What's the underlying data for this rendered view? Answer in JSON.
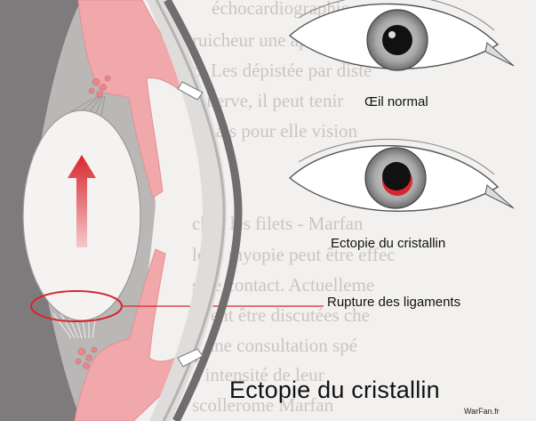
{
  "labels": {
    "normal_eye": "Œil normal",
    "ectopic_eye": "Ectopie du cristallin",
    "rupture": "Rupture des ligaments"
  },
  "title": "Ectopie du cristallin",
  "watermark": "WarFan.fr",
  "background_text": [
    "échocardiographie es",
    "ruicheur une apomnaire",
    "o. Les dépistée par diste",
    "ninerve, il peut tenir",
    "dinais pour elle vision",
    "ches les filets - Marfan",
    "le la myopie peut être effec",
    "s de contact. Actuelleme",
    "uvent être discutées che",
    "e une consultation spé",
    "a intensité de leur",
    "scollerome Marfan"
  ],
  "colors": {
    "accent_red": "#d8262d",
    "tissue_pink": "#f0a8ab",
    "tissue_light": "#f6d2d3",
    "dark_gray": "#7d7b7b",
    "lens_fill": "#f4f3f2"
  }
}
